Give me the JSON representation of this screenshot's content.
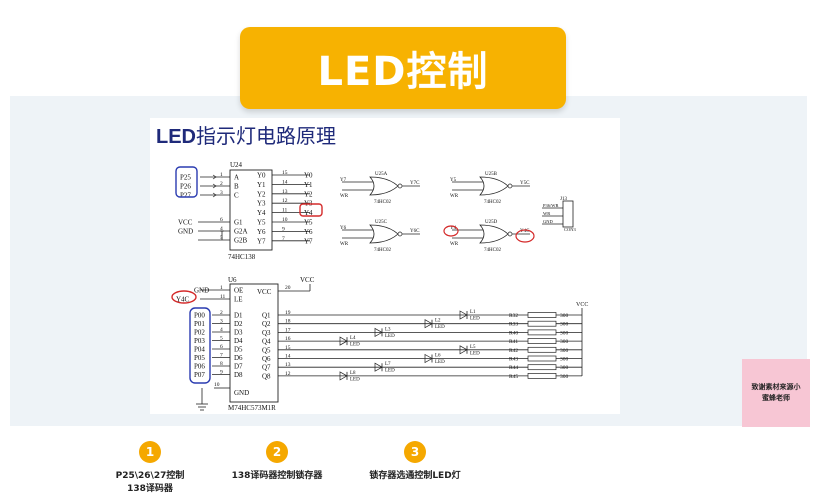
{
  "header": {
    "title": "LED控制"
  },
  "panel": {
    "title_latin": "LED",
    "title_cjk": "指示灯电路原理",
    "decoder": {
      "ref": "U24",
      "part": "74HC138",
      "inputs": [
        {
          "net": "P25",
          "pin": "1",
          "label": "A"
        },
        {
          "net": "P26",
          "pin": "2",
          "label": "B"
        },
        {
          "net": "P27",
          "pin": "3",
          "label": "C"
        }
      ],
      "enables": [
        {
          "net": "VCC",
          "pin": "6",
          "label": "G1"
        },
        {
          "net": "GND",
          "pin": "4",
          "label": "G2A"
        },
        {
          "net": "",
          "pin": "5",
          "label": "G2B"
        }
      ],
      "outputs": [
        {
          "pin": "15",
          "label": "Y0",
          "net": "Y0"
        },
        {
          "pin": "14",
          "label": "Y1",
          "net": "Y1"
        },
        {
          "pin": "13",
          "label": "Y2",
          "net": "Y2"
        },
        {
          "pin": "12",
          "label": "Y3",
          "net": "Y3"
        },
        {
          "pin": "11",
          "label": "Y4",
          "net": "Y4"
        },
        {
          "pin": "10",
          "label": "Y5",
          "net": "Y5"
        },
        {
          "pin": "9",
          "label": "Y6",
          "net": "Y6"
        },
        {
          "pin": "7",
          "label": "Y7",
          "net": "Y7"
        }
      ]
    },
    "gates": [
      {
        "ref": "U25A",
        "part": "74HC02",
        "in1": "Y7",
        "in2": "WR",
        "out": "Y7C"
      },
      {
        "ref": "U25B",
        "part": "74HC02",
        "in1": "Y5",
        "in2": "WR",
        "out": "Y5C"
      },
      {
        "ref": "U25C",
        "part": "74HC02",
        "in1": "Y6",
        "in2": "WR",
        "out": "Y6C"
      },
      {
        "ref": "U25D",
        "part": "74HC02",
        "in1": "Y4",
        "in2": "WR",
        "out": "Y4C"
      }
    ],
    "jumper": {
      "ref": "J13",
      "labels": [
        "P36/WR",
        "WR",
        "GND"
      ],
      "part": "CON3"
    },
    "latch": {
      "ref": "U6",
      "part": "M74HC573M1R",
      "oe": {
        "net": "GND",
        "pin": "1",
        "label": "OE"
      },
      "le": {
        "net": "Y4C",
        "pin": "11",
        "label": "LE"
      },
      "vcc": {
        "pin": "20",
        "label": "VCC",
        "net": "VCC"
      },
      "gnd": {
        "pin": "10",
        "label": "GND"
      },
      "inputs": [
        {
          "net": "P00",
          "pin": "2",
          "label": "D1"
        },
        {
          "net": "P01",
          "pin": "3",
          "label": "D2"
        },
        {
          "net": "P02",
          "pin": "4",
          "label": "D3"
        },
        {
          "net": "P03",
          "pin": "5",
          "label": "D4"
        },
        {
          "net": "P04",
          "pin": "6",
          "label": "D5"
        },
        {
          "net": "P05",
          "pin": "7",
          "label": "D6"
        },
        {
          "net": "P06",
          "pin": "8",
          "label": "D7"
        },
        {
          "net": "P07",
          "pin": "9",
          "label": "D8"
        }
      ],
      "outputs": [
        {
          "pin": "19",
          "label": "Q1"
        },
        {
          "pin": "18",
          "label": "Q2"
        },
        {
          "pin": "17",
          "label": "Q3"
        },
        {
          "pin": "16",
          "label": "Q4"
        },
        {
          "pin": "15",
          "label": "Q5"
        },
        {
          "pin": "14",
          "label": "Q6"
        },
        {
          "pin": "13",
          "label": "Q7"
        },
        {
          "pin": "12",
          "label": "Q8"
        }
      ]
    },
    "leds": [
      {
        "ref": "L1",
        "label": "LED"
      },
      {
        "ref": "L2",
        "label": "LED"
      },
      {
        "ref": "L3",
        "label": "LED"
      },
      {
        "ref": "L4",
        "label": "LED"
      },
      {
        "ref": "L5",
        "label": "LED"
      },
      {
        "ref": "L6",
        "label": "LED"
      },
      {
        "ref": "L7",
        "label": "LED"
      },
      {
        "ref": "L8",
        "label": "LED"
      }
    ],
    "resistors": [
      {
        "ref": "R32",
        "value": "300"
      },
      {
        "ref": "R33",
        "value": "300"
      },
      {
        "ref": "R40",
        "value": "300"
      },
      {
        "ref": "R41",
        "value": "300"
      },
      {
        "ref": "R42",
        "value": "300"
      },
      {
        "ref": "R43",
        "value": "300"
      },
      {
        "ref": "R44",
        "value": "300"
      },
      {
        "ref": "R45",
        "value": "300"
      }
    ],
    "vcc_label": "VCC"
  },
  "side_note": {
    "line1": "致谢素材来源小",
    "line2": "蜜蜂老师"
  },
  "steps": [
    {
      "num": "1",
      "label": "P25\\26\\27控制",
      "label2": "138译码器"
    },
    {
      "num": "2",
      "label": "138译码器控制锁存器",
      "label2": ""
    },
    {
      "num": "3",
      "label": "锁存器选通控制LED灯",
      "label2": ""
    }
  ],
  "colors": {
    "accent": "#f7b201",
    "annot_blue": "#2a3bb0",
    "annot_red": "#d42a2a"
  }
}
